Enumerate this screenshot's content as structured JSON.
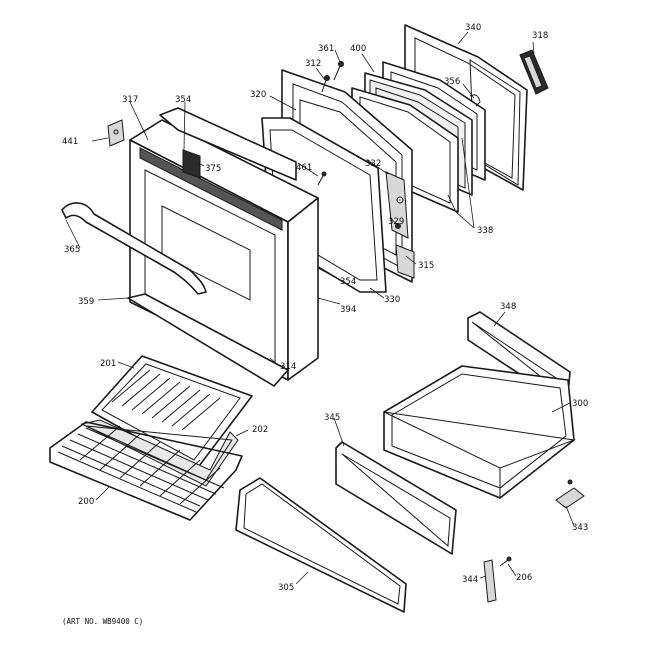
{
  "diagram": {
    "reference_code": "(ART NO. WB9400 C)",
    "callouts": [
      {
        "id": "c340",
        "text": "340"
      },
      {
        "id": "c318",
        "text": "318"
      },
      {
        "id": "c361",
        "text": "361"
      },
      {
        "id": "c400",
        "text": "400"
      },
      {
        "id": "c312",
        "text": "312"
      },
      {
        "id": "c356",
        "text": "356"
      },
      {
        "id": "c320",
        "text": "320"
      },
      {
        "id": "c317",
        "text": "317"
      },
      {
        "id": "c354a",
        "text": "354"
      },
      {
        "id": "c441",
        "text": "441"
      },
      {
        "id": "c375",
        "text": "375"
      },
      {
        "id": "c461",
        "text": "461"
      },
      {
        "id": "c332",
        "text": "332"
      },
      {
        "id": "c338",
        "text": "338"
      },
      {
        "id": "c329",
        "text": "329"
      },
      {
        "id": "c315",
        "text": "315"
      },
      {
        "id": "c365",
        "text": "365"
      },
      {
        "id": "c354b",
        "text": "354"
      },
      {
        "id": "c330",
        "text": "330"
      },
      {
        "id": "c394",
        "text": "394"
      },
      {
        "id": "c359",
        "text": "359"
      },
      {
        "id": "c314",
        "text": "314"
      },
      {
        "id": "c348",
        "text": "348"
      },
      {
        "id": "c300",
        "text": "300"
      },
      {
        "id": "c201",
        "text": "201"
      },
      {
        "id": "c202",
        "text": "202"
      },
      {
        "id": "c345",
        "text": "345"
      },
      {
        "id": "c200",
        "text": "200"
      },
      {
        "id": "c343",
        "text": "343"
      },
      {
        "id": "c305",
        "text": "305"
      },
      {
        "id": "c344",
        "text": "344"
      },
      {
        "id": "c206",
        "text": "206"
      }
    ]
  }
}
